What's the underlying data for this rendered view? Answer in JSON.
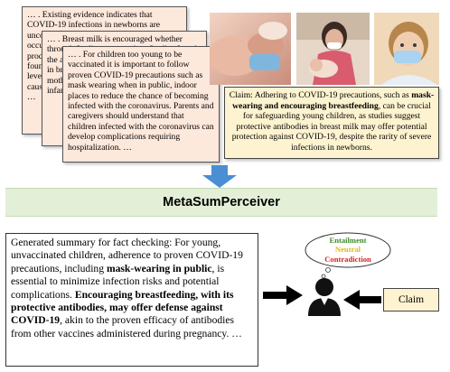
{
  "documents": [
    {
      "text": "… . Existing evidence indicates that COVID-19 infections in newborns are uncommon. Transmission to newborns can occur during pregnancy, via medical procedures or caregivers. Studies have not found the virus in breast milk; COVID-19 levels in newborns can be asymptomatic or cause mild disease. Babies have protection …"
    },
    {
      "text": "… . Breast milk is encouraged whether through feeding or pumping. Studies found the antibodies against the COVID-19 virus in breast milk at high levels. Infants of mothers who are coughing should … Most infants have protection …"
    },
    {
      "text": "… . For children too young to be vaccinated it is important to follow proven COVID-19 precautions such as mask wearing when in public, indoor places to reduce the chance of becoming infected with the coronavirus. Parents and caregivers should understand that children infected with the coronavirus can develop complications requiring hospitalization. …"
    }
  ],
  "claim_box": {
    "prefix": "Claim: Adhering to COVID-19 precautions, such as",
    "bold": "mask-wearing and encouraging breastfeeding",
    "suffix": ", can be crucial for safeguarding young children, as studies suggest protective antibodies in breast milk may offer potential protection against COVID-19, despite the rarity of severe infections in newborns."
  },
  "model_name": "MetaSumPerceiver",
  "summary": {
    "part1": "Generated summary for fact checking: For young, unvaccinated children, adherence to proven COVID-19 precautions, including ",
    "bold1": "mask-wearing in public",
    "part2": ", is essential to minimize infection risks and potential complications. ",
    "bold2": "Encouraging breastfeeding, with its protective antibodies, may offer defense against COVID-19",
    "part3": ", akin to the proven efficacy of antibodies from other vaccines administered during pregnancy. …"
  },
  "labels": {
    "entailment": "Entailment",
    "neutral": "Neutral",
    "contradiction": "Contradiction"
  },
  "colors": {
    "entailment": "#3d8c2a",
    "neutral": "#e6b800",
    "contradiction": "#d81e1e",
    "arrow": "#4a8ed3"
  },
  "claim_label": "Claim"
}
